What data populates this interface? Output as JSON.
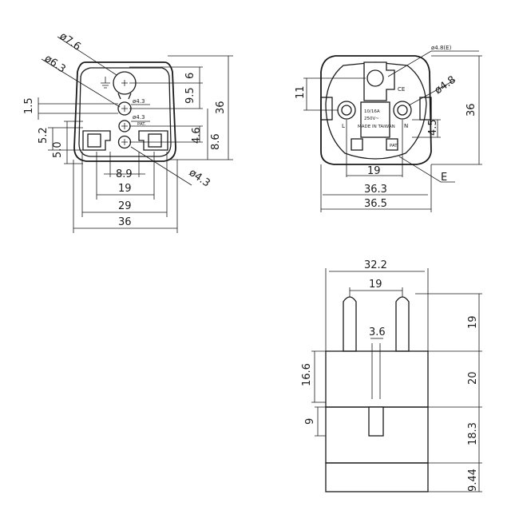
{
  "front_view": {
    "dims": {
      "d76": "ø7.6",
      "d63": "ø6.3",
      "d43_top": "ø4.3",
      "d43_mid": "ø4.3",
      "d43_bottom": "ø4.3",
      "v6": "6",
      "v95": "9.5",
      "v36": "36",
      "v46": "4.6",
      "v86": "8.6",
      "v15": "1.5",
      "v52": "5.2",
      "v50": "5.0",
      "h89": "8.9",
      "h19": "19",
      "h29": "29",
      "h36": "36"
    },
    "marks": {
      "pat": "PAT."
    }
  },
  "socket_view": {
    "dims": {
      "d48e": "ø4.8(E)",
      "d48": "ø4.8",
      "v11": "11",
      "v36": "36",
      "v45": "4.5",
      "h19": "19",
      "h363": "36.3",
      "h365": "36.5",
      "e_label": "E"
    },
    "marks": {
      "rating": "10/16A",
      "voltage": "250V~",
      "made_in": "MADE IN TAIWAN",
      "ce": "CE",
      "l": "L",
      "n": "N",
      "pat": "PAT."
    }
  },
  "side_view": {
    "dims": {
      "h322": "32.2",
      "h19": "19",
      "h36": "3.6",
      "v166": "16.6",
      "v9": "9",
      "v19": "19",
      "v20": "20",
      "v183": "18.3",
      "v944": "9.44"
    }
  }
}
